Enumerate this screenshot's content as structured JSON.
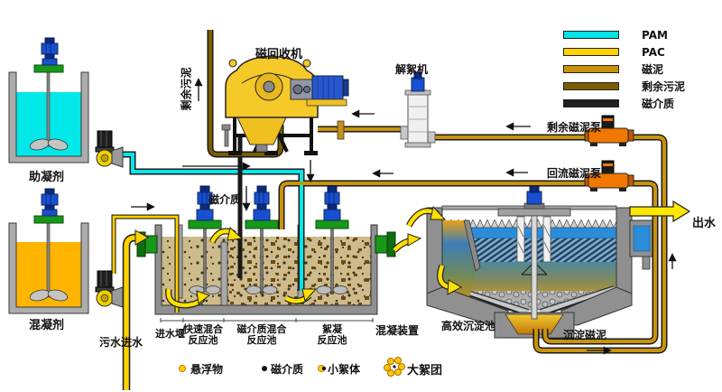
{
  "legend": {
    "items": [
      {
        "label": "PAM",
        "color": "#00E6E6"
      },
      {
        "label": "PAC",
        "color": "#FFD200"
      },
      {
        "label": "磁泥",
        "color": "#C8940C"
      },
      {
        "label": "剩余污泥",
        "color": "#7B5C00"
      },
      {
        "label": "磁介质",
        "color": "#1F1F1F"
      }
    ]
  },
  "particle_legend": {
    "items": [
      {
        "label": "悬浮物",
        "color": "#FFD200"
      },
      {
        "label": "磁介质",
        "color": "#111111"
      },
      {
        "label": "小絮体",
        "color": "#FFD200"
      },
      {
        "label": "大絮团",
        "color": "#FFC800"
      }
    ]
  },
  "labels": {
    "coagulant_aid": "助凝剂",
    "coagulant": "混凝剂",
    "magnetic_recovery_machine": "磁回收机",
    "deflocculator": "解絮机",
    "surplus_sludge": "剩余污泥",
    "magnetic_media_feed": "磁介质",
    "surplus_magnetic_sludge_pump": "剩余磁泥泵",
    "return_magnetic_sludge_pump": "回流磁泥泵",
    "effluent": "出水",
    "sewage_inlet": "污水进水",
    "inlet_weir": "进水堰",
    "rapid_mix_l1": "快速混合",
    "rapid_mix_l2": "反应池",
    "magnetic_mix_l1": "磁介质混合",
    "magnetic_mix_l2": "反应池",
    "floc_l1": "絮凝",
    "floc_l2": "反应池",
    "coagulation_unit": "混凝装置",
    "sedimentation_tank": "高效沉淀池",
    "settled_magnetic_sludge": "沉淀磁泥"
  }
}
